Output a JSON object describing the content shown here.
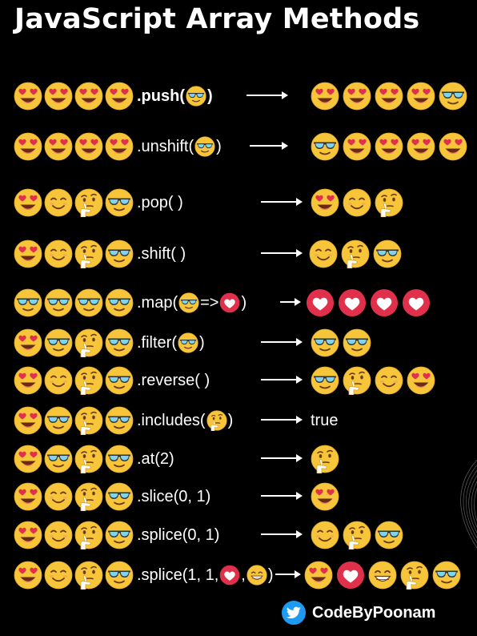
{
  "title": "JavaScript Array Methods",
  "rows": [
    {
      "input": [
        "heart",
        "heart",
        "heart",
        "heart"
      ],
      "method": [
        ".push(",
        {
          "e": "cool"
        },
        ")"
      ],
      "bold": true,
      "output": [
        "heart",
        "heart",
        "heart",
        "heart",
        "cool"
      ],
      "result_text": ""
    },
    {
      "input": [
        "heart",
        "heart",
        "heart",
        "heart"
      ],
      "method": [
        ".unshift(",
        {
          "e": "cool"
        },
        ")"
      ],
      "bold": false,
      "output": [
        "cool",
        "heart",
        "heart",
        "heart",
        "heart"
      ],
      "result_text": ""
    },
    {
      "input": [
        "heart",
        "smile",
        "think",
        "cool"
      ],
      "method": [
        ".pop( )"
      ],
      "bold": false,
      "output": [
        "heart",
        "smile",
        "think"
      ],
      "result_text": ""
    },
    {
      "input": [
        "heart",
        "smile",
        "think",
        "cool"
      ],
      "method": [
        ".shift( )"
      ],
      "bold": false,
      "output": [
        "smile",
        "think",
        "cool"
      ],
      "result_text": ""
    },
    {
      "input": [
        "cool",
        "cool",
        "cool",
        "cool"
      ],
      "method": [
        ".map(",
        {
          "e": "cool"
        },
        " =>",
        {
          "e": "redheart"
        },
        ")"
      ],
      "bold": false,
      "output": [
        "redheart",
        "redheart",
        "redheart",
        "redheart"
      ],
      "result_text": ""
    },
    {
      "input": [
        "heart",
        "cool",
        "think",
        "cool"
      ],
      "method": [
        ".filter(",
        {
          "e": "cool"
        },
        ")"
      ],
      "bold": false,
      "output": [
        "cool",
        "cool"
      ],
      "result_text": ""
    },
    {
      "input": [
        "heart",
        "smile",
        "think",
        "cool"
      ],
      "method": [
        ".reverse( )"
      ],
      "bold": false,
      "output": [
        "cool",
        "think",
        "smile",
        "heart"
      ],
      "result_text": ""
    },
    {
      "input": [
        "heart",
        "cool",
        "think",
        "cool"
      ],
      "method": [
        ".includes(",
        {
          "e": "think"
        },
        ")"
      ],
      "bold": false,
      "output": [],
      "result_text": "true"
    },
    {
      "input": [
        "heart",
        "cool",
        "think",
        "cool"
      ],
      "method": [
        ".at(2)"
      ],
      "bold": false,
      "output": [
        "think"
      ],
      "result_text": ""
    },
    {
      "input": [
        "heart",
        "smile",
        "think",
        "cool"
      ],
      "method": [
        ".slice(0, 1)"
      ],
      "bold": false,
      "output": [
        "heart"
      ],
      "result_text": ""
    },
    {
      "input": [
        "heart",
        "smile",
        "think",
        "cool"
      ],
      "method": [
        ".splice(0, 1)"
      ],
      "bold": false,
      "output": [
        "smile",
        "think",
        "cool"
      ],
      "result_text": ""
    },
    {
      "input": [
        "heart",
        "smile",
        "think",
        "cool"
      ],
      "method": [
        ".splice(1, 1,",
        {
          "e": "redheart"
        },
        ",",
        {
          "e": "grin"
        },
        ")"
      ],
      "bold": false,
      "output": [
        "heart",
        "redheart",
        "grin",
        "think",
        "cool"
      ],
      "result_text": ""
    }
  ],
  "footer": {
    "brand": "CodeByPoonam",
    "icon": "twitter-bird-icon"
  },
  "colors": {
    "background": "#000000",
    "emoji_yellow": "#F6C53A",
    "heart_red": "#E0304B",
    "twitter_blue": "#1D9BF0"
  }
}
